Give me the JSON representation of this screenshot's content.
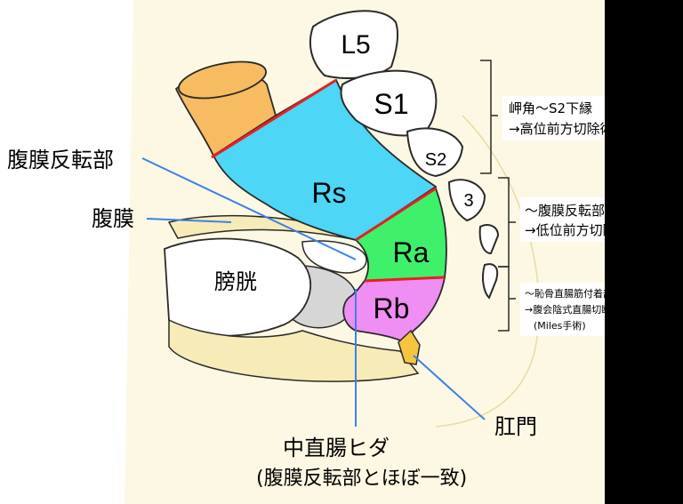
{
  "vertebrae": {
    "l5": "L5",
    "s1": "S1",
    "s2": "S2",
    "s3": "3"
  },
  "segments": {
    "rs": "Rs",
    "ra": "Ra",
    "rb": "Rb"
  },
  "labels": {
    "peritoneal_reflection": "腹膜反転部",
    "peritoneum": "腹膜",
    "bladder": "膀胱",
    "anus": "肛門",
    "middle_fold_line1": "中直腸ヒダ",
    "middle_fold_line2": "(腹膜反転部とほぼ一致)"
  },
  "brackets": {
    "upper_line1": "岬角〜S2下縁",
    "upper_line2": "→高位前方切除術",
    "middle_line1": "〜腹膜反転部",
    "middle_line2": "→低位前方切除術",
    "lower_line1": "〜恥骨直腸筋付着部上縁",
    "lower_line2": "→腹会陰式直腸切断術",
    "lower_line3": "(Miles手術)"
  },
  "colors": {
    "background_tan": "#fdf8e4",
    "body_outline": "#f7ebb8",
    "sigmoid": "#f7bb62",
    "rs": "#4dd6f5",
    "ra": "#3ff06b",
    "rb": "#ef8ef3",
    "bladder_region": "#d6d6d6",
    "anus": "#f5c542",
    "boundary_red": "#e62020",
    "pointer_blue": "#3c82e6"
  }
}
